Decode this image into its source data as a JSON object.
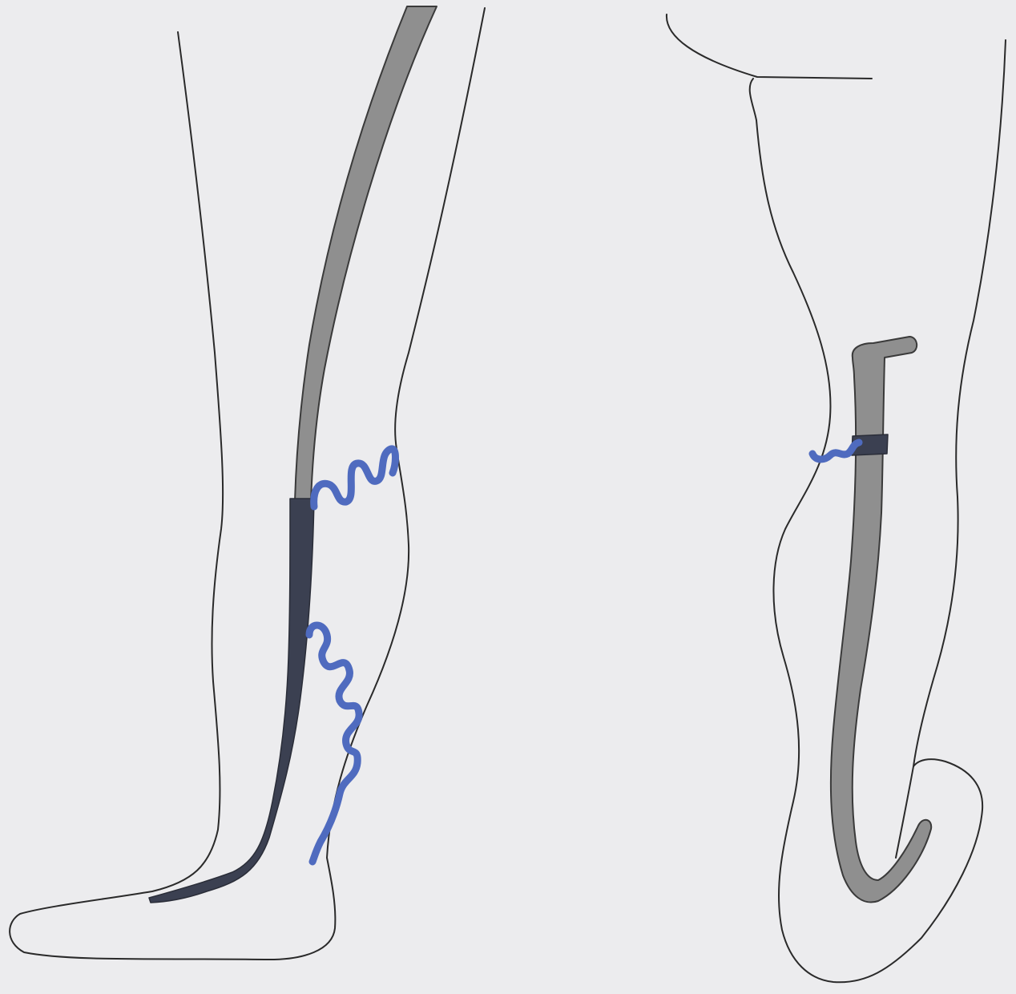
{
  "colors": {
    "background": "#ececee",
    "outline": "#2a2a2a",
    "splint_grey": "#8f8f8f",
    "splint_dark": "#3b4051",
    "bandage": "#4f6bbf"
  },
  "figures": [
    {
      "name": "leg-front-view",
      "parts": [
        "leg-outline",
        "grey-splint",
        "dark-splint-section",
        "upper-bandage",
        "lower-bandage"
      ]
    },
    {
      "name": "leg-side-view",
      "parts": [
        "leg-outline",
        "grey-splint",
        "dark-strap",
        "bandage"
      ]
    }
  ]
}
